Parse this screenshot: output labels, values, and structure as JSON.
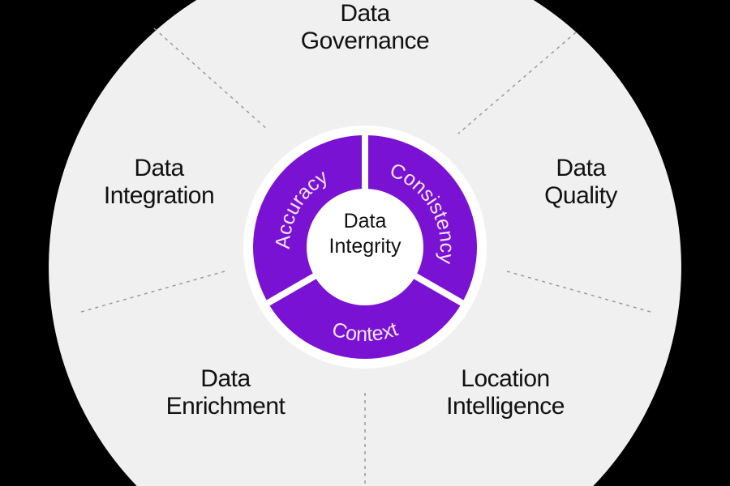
{
  "colors": {
    "background": "#000000",
    "disc": "#f0f0f0",
    "ring": "#7a12d4",
    "ring_text": "#f3e6ff",
    "line": "#9a9a9a"
  },
  "center": {
    "line1": "Data",
    "line2": "Integrity"
  },
  "ring_segments": [
    {
      "label": "Accuracy"
    },
    {
      "label": "Consistency"
    },
    {
      "label": "Context"
    }
  ],
  "outer_labels": {
    "governance": {
      "line1": "Data",
      "line2": "Governance"
    },
    "integration": {
      "line1": "Data",
      "line2": "Integration"
    },
    "quality": {
      "line1": "Data",
      "line2": "Quality"
    },
    "enrichment": {
      "line1": "Data",
      "line2": "Enrichment"
    },
    "location": {
      "line1": "Location",
      "line2": "Intelligence"
    }
  }
}
